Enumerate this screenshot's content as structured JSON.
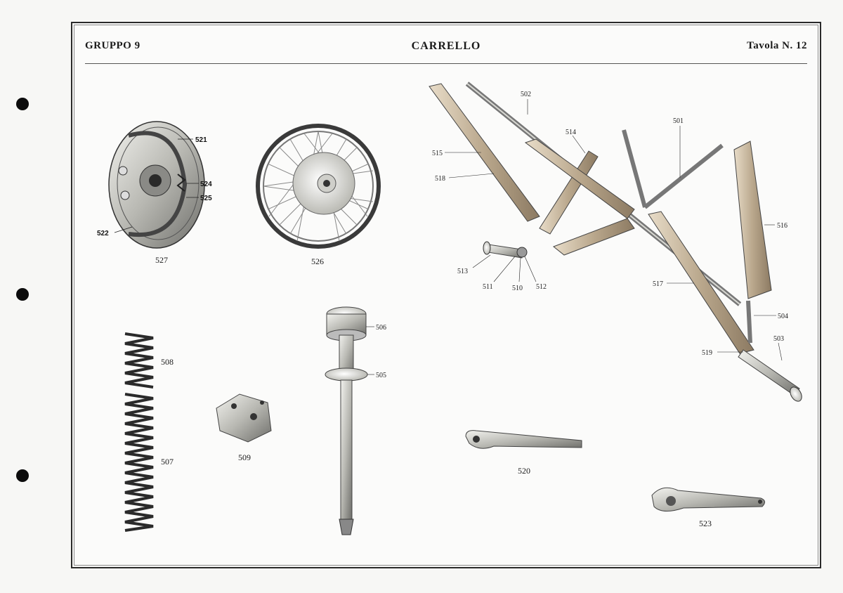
{
  "header": {
    "group": "GRUPPO 9",
    "title": "CARRELLO",
    "plate": "Tavola N. 12"
  },
  "captions": {
    "p527": "527",
    "p526": "526",
    "p508": "508",
    "p507": "507",
    "p509": "509",
    "p520": "520",
    "p523": "523"
  },
  "callouts": {
    "c521": "521",
    "c524": "524",
    "c525": "525",
    "c522": "522",
    "c502": "502",
    "c514": "514",
    "c501": "501",
    "c515": "515",
    "c518": "518",
    "c516": "516",
    "c513": "513",
    "c511": "511",
    "c510": "510",
    "c512": "512",
    "c517": "517",
    "c504": "504",
    "c519": "519",
    "c503": "503",
    "c506": "506",
    "c505": "505"
  }
}
